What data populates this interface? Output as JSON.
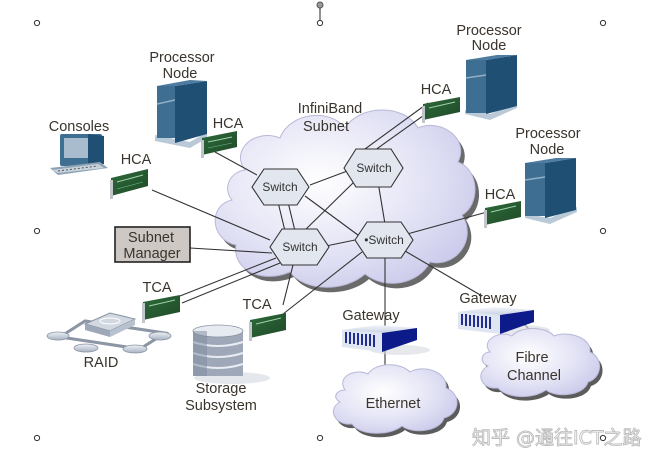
{
  "diagram": {
    "title": "InfiniBand Subnet",
    "subnet_label": "InfiniBand\nSubnet",
    "nodes": {
      "processor_node_1": "Processor\nNode",
      "processor_node_2": "Processor\nNode",
      "processor_node_3": "Processor\nNode",
      "consoles": "Consoles",
      "hca_1": "HCA",
      "hca_2": "HCA",
      "hca_3": "HCA",
      "hca_4": "HCA",
      "subnet_manager": "Subnet\nManager",
      "tca_1": "TCA",
      "tca_2": "TCA",
      "raid": "RAID",
      "storage": "Storage\nSubsystem",
      "gateway_1": "Gateway",
      "gateway_2": "Gateway",
      "ethernet": "Ethernet",
      "fibre_channel": "Fibre\nChannel"
    },
    "switches": [
      "Switch",
      "Switch",
      "Switch",
      "•Switch"
    ],
    "watermark": "知乎 @通往ICT之路"
  },
  "colors": {
    "server_dark": "#1f4f72",
    "server_light": "#3f6e93",
    "cloud_fill": "#e4e4f4",
    "switch_fill": "#e2e6ef",
    "gateway_blue": "#0d1a8a"
  }
}
